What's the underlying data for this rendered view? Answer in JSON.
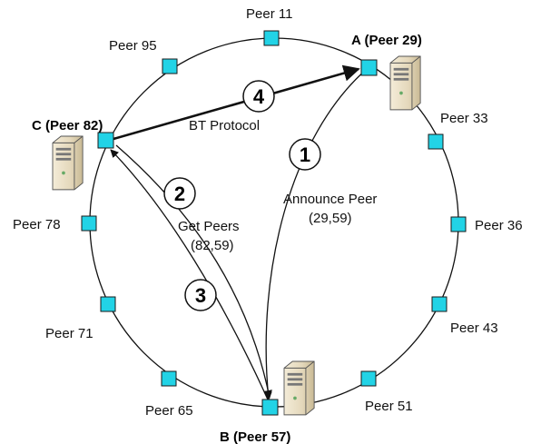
{
  "peers": [
    {
      "id": "p11",
      "label": "Peer 11"
    },
    {
      "id": "p95",
      "label": "Peer 95"
    },
    {
      "id": "p33",
      "label": "Peer 33"
    },
    {
      "id": "p36",
      "label": "Peer 36"
    },
    {
      "id": "p43",
      "label": "Peer 43"
    },
    {
      "id": "p51",
      "label": "Peer 51"
    },
    {
      "id": "p65",
      "label": "Peer 65"
    },
    {
      "id": "p71",
      "label": "Peer 71"
    },
    {
      "id": "p78",
      "label": "Peer 78"
    }
  ],
  "special_nodes": {
    "a": {
      "label": "A (Peer 29)"
    },
    "b": {
      "label": "B (Peer 57)"
    },
    "c": {
      "label": "C (Peer 82)"
    }
  },
  "steps": [
    {
      "number": "1",
      "label_line1": "Announce Peer",
      "label_line2": "(29,59)"
    },
    {
      "number": "2",
      "label_line1": "Get Peers",
      "label_line2": "(82,59)"
    },
    {
      "number": "3"
    },
    {
      "number": "4",
      "label_line1": "BT Protocol"
    }
  ],
  "colors": {
    "node_fill": "#22d3e6",
    "line": "#111111",
    "server_body": "#e9dfc7"
  },
  "icons": [
    "server-icon"
  ]
}
